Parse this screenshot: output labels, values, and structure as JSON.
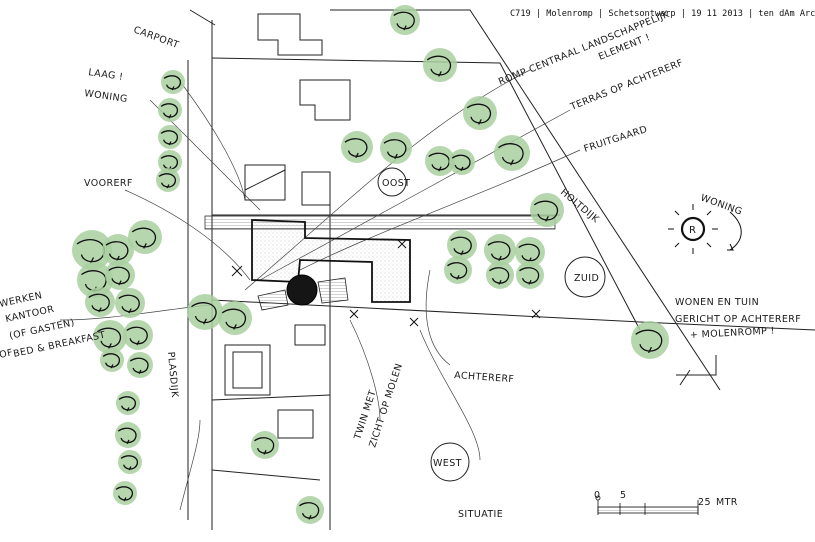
{
  "header": {
    "project_code": "C719",
    "project_name": "Molenromp",
    "drawing_type": "Schetsontwerp",
    "date": "19 11 2013",
    "office": "ten dAm Archite"
  },
  "labels": {
    "carport": "CARPORT",
    "laag_woning_1": "LAAG !",
    "laag_woning_2": "WONING",
    "romp_centraal_1": "ROMP CENTRAAL LANDSCHAPPELIJK",
    "romp_centraal_2": "ELEMENT !",
    "terras": "TERRAS OP ACHTERERF",
    "fruitgaard": "FRUITGAARD",
    "holtdijk": "HOLTDIJK",
    "woning_sun": "WONING",
    "voorerf": "VOORERF",
    "kantoor_1": "WERKEN",
    "kantoor_2": "KANTOOR",
    "kantoor_3": "(OF GASTEN)",
    "kantoor_4": "BED & BREAKFAST",
    "kantoor_5": "OF",
    "oost": "OOST",
    "zuid": "ZUID",
    "west": "WEST",
    "plasdijk": "PLASDIJK",
    "twin_1": "TWIN MET",
    "twin_2": "ZICHT OP MOLEN",
    "achtererf": "ACHTERERF",
    "wonen_tuin_1": "WONEN EN TUIN",
    "wonen_tuin_2": "GERICHT OP ACHTERERF",
    "wonen_tuin_3": "+ MOLENROMP !",
    "situatie": "SITUATIE"
  },
  "scale_bar": {
    "start": "0",
    "mid": "5",
    "end": "25",
    "unit": "MTR"
  },
  "colors": {
    "tree_fill": "#a9cfa0",
    "ink": "#1a1a1a",
    "mill": "#111111",
    "hatch": "#555555"
  }
}
